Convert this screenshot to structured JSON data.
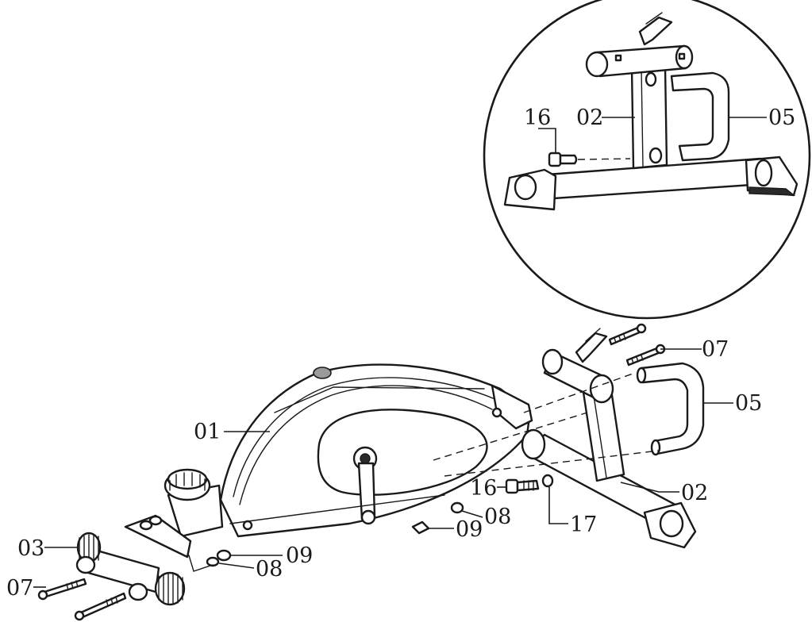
{
  "labels": {
    "inset_bolt": "16",
    "inset_frame": "02",
    "inset_handle": "05",
    "main_frame": "01",
    "front_stabilizer": "03",
    "bolt_front": "07",
    "bolt_rear": "07",
    "handle": "05",
    "rear_frame": "02",
    "bolt_rear_mount": "16",
    "washer_lower": "08",
    "nut_lower": "09",
    "nut_mid": "09",
    "washer_mid": "08",
    "washer_rear": "17"
  }
}
